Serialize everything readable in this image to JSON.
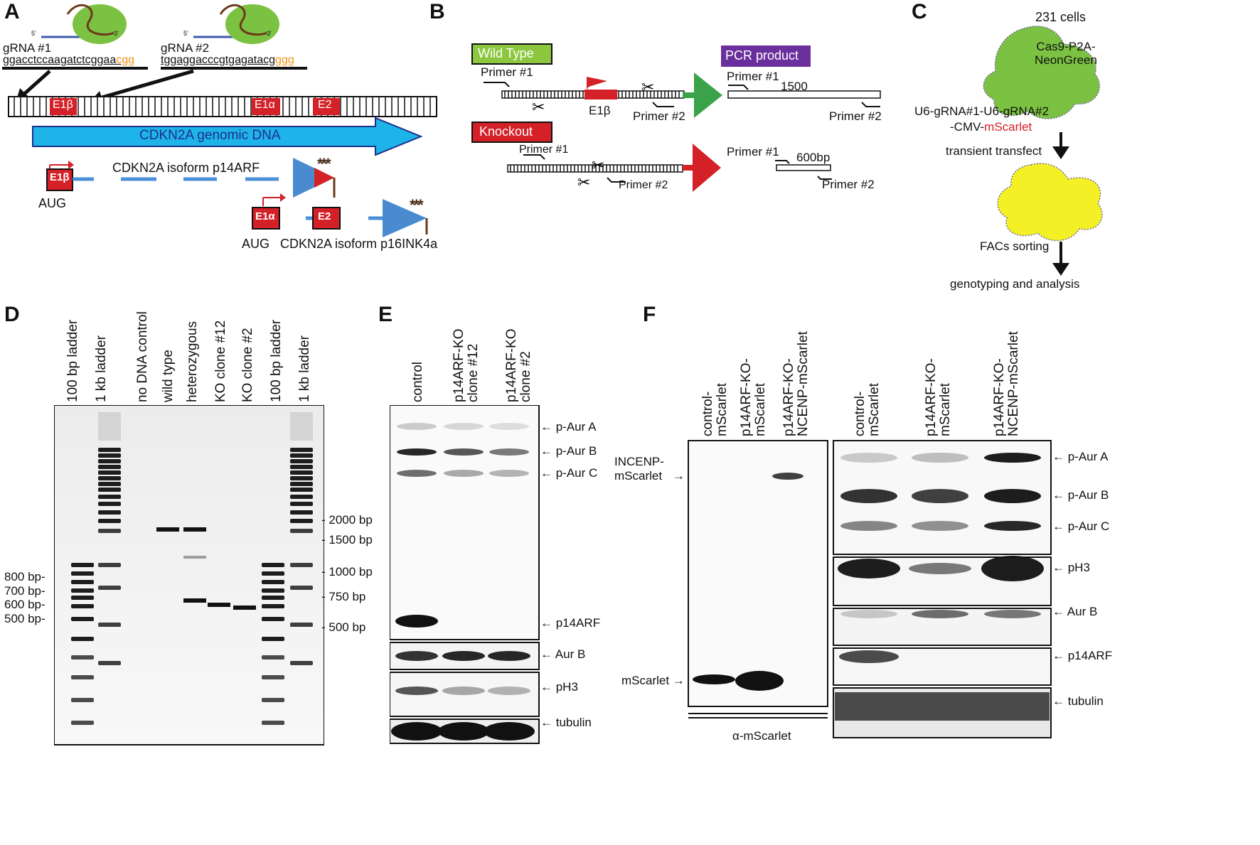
{
  "panels": {
    "A": {
      "letter": "A",
      "grna1_label": "gRNA #1",
      "grna1_seq": "ggacctccaagatctcggaa",
      "grna1_pam": "cgg",
      "grna2_label": "gRNA #2",
      "grna2_seq": "tggaggacccgtgagatacg",
      "grna2_pam": "ggg",
      "five_prime": "5'",
      "three_prime": "3'",
      "exon_e1b": "E1β",
      "exon_e1a": "E1α",
      "exon_e2": "E2",
      "genomic_label": "CDKN2A genomic DNA",
      "isoform_p14": "CDKN2A isoform p14ARF",
      "isoform_p16": "CDKN2A isoform p16INK4a",
      "aug1": "AUG",
      "aug2": "AUG",
      "stop": "***"
    },
    "B": {
      "letter": "B",
      "wild_type": "Wild Type",
      "knockout": "Knockout",
      "pcr_product": "PCR product",
      "primer1": "Primer #1",
      "primer2": "Primer #2",
      "exon": "E1β",
      "size_wt": "1500",
      "size_ko": "600bp"
    },
    "C": {
      "letter": "C",
      "cells": "231 cells",
      "cas9": "Cas9-P2A-NeonGreen",
      "construct_line1": "U6-gRNA#1-U6-gRNA#2",
      "construct_prefix": "-CMV-",
      "construct_red": "mScarlet",
      "transfect": "transient transfect",
      "facs": "FACs sorting",
      "genotyping": "genotyping and analysis"
    },
    "D": {
      "letter": "D",
      "lanes": [
        "100 bp ladder",
        "1 kb ladder",
        "no DNA control",
        "wild type",
        "heterozygous",
        "KO clone #12",
        "KO clone #2",
        "100 bp ladder",
        "1 kb ladder"
      ],
      "left_markers": [
        "800 bp",
        "700 bp",
        "600 bp",
        "500 bp"
      ],
      "right_markers": [
        "2000 bp",
        "1500 bp",
        "1000 bp",
        "750 bp",
        "500 bp"
      ]
    },
    "E": {
      "letter": "E",
      "lanes": [
        "control",
        "p14ARF-KO clone #12",
        "p14ARF-KO clone #2"
      ],
      "bands_main": [
        "p-Aur A",
        "p-Aur B",
        "p-Aur C",
        "p14ARF"
      ],
      "bands_other": [
        "Aur B",
        "pH3",
        "tubulin"
      ]
    },
    "F": {
      "letter": "F",
      "lanes": [
        "control-mScarlet",
        "p14ARF-KO-mScarlet",
        "p14ARF-KO-NCENP-mScarlet"
      ],
      "left_band_top": "INCENP-mScarlet",
      "left_band_bottom": "mScarlet",
      "left_antibody": "α-mScarlet",
      "right_bands": [
        "p-Aur A",
        "p-Aur B",
        "p-Aur C",
        "pH3",
        "Aur B",
        "p14ARF",
        "tubulin"
      ]
    }
  },
  "colors": {
    "exon_red": "#d42027",
    "genomic_blue": "#1fb4e9",
    "wt_green": "#8dc63f",
    "ko_red": "#d42027",
    "pcr_purple": "#6a2f9c",
    "cell_green": "#7cc242",
    "cell_yellow": "#f4f026",
    "ribosome": "#7cc242",
    "pam_orange": "#f7941d"
  }
}
